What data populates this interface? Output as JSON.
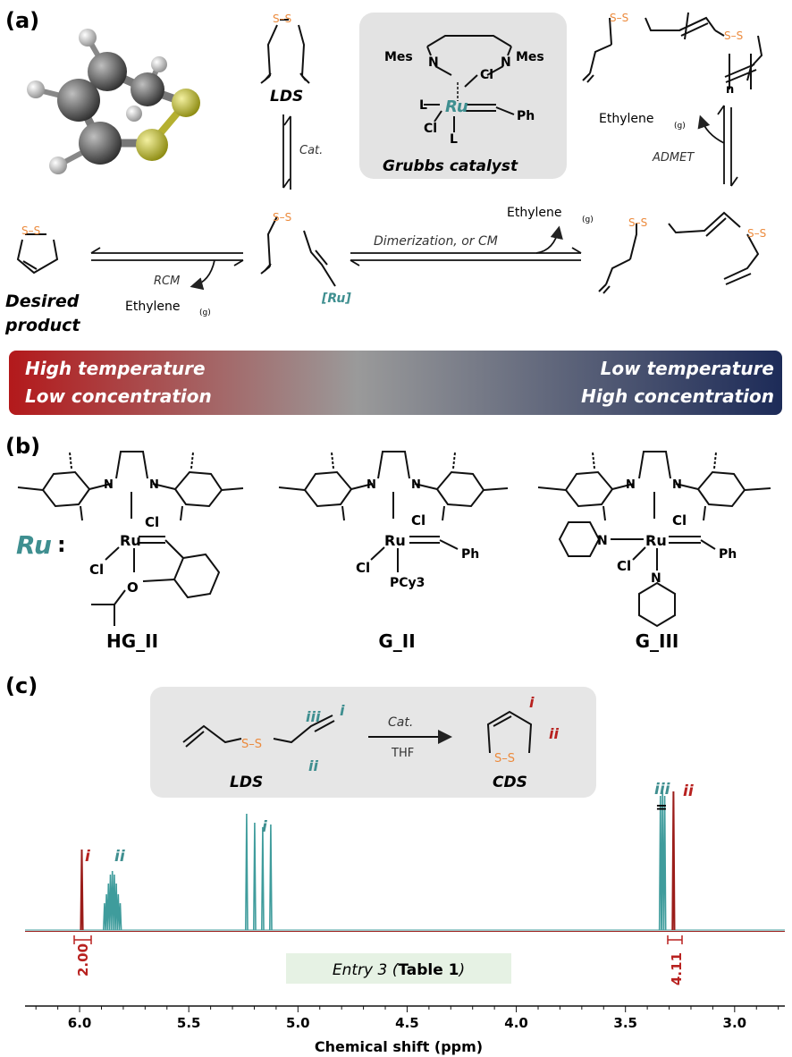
{
  "panel_a": {
    "label": "(a)",
    "lds_label": "LDS",
    "cat_label": "Cat.",
    "grubbs": {
      "title": "Grubbs catalyst",
      "mes_left": "Mes",
      "mes_right": "Mes",
      "n1": "N",
      "n2": "N",
      "ru": "Ru",
      "cl1": "Cl",
      "cl2": "Cl",
      "l1": "L",
      "l2": "L",
      "ph": "Ph"
    },
    "admet_label": "ADMET",
    "ethylene_top": "Ethylene",
    "ethylene_mid": "Ethylene",
    "ethylene_rcm": "Ethylene",
    "gas_sub": "(g)",
    "dimerization": "Dimerization, or CM",
    "rcm": "RCM",
    "ru_tag": "[Ru]",
    "n_sub": "n",
    "ss": "S–S",
    "desired_1": "Desired",
    "desired_2": "product",
    "left_line1": "High temperature",
    "left_line2": "Low concentration",
    "right_line1": "Low temperature",
    "right_line2": "High concentration",
    "colors": {
      "red": "#b8211f",
      "navy": "#1f2d5a",
      "teal": "#3f8f90",
      "sulfur": "#e8823a"
    }
  },
  "panel_b": {
    "label": "(b)",
    "ru_label": "Ru",
    "colon": ":",
    "catalysts": [
      "HG_II",
      "G_II",
      "G_III"
    ],
    "atoms": {
      "n": "N",
      "cl": "Cl",
      "ru": "Ru",
      "o": "O",
      "ph": "Ph",
      "pcy3": "PCy3"
    }
  },
  "panel_c": {
    "label": "(c)",
    "lds_label": "LDS",
    "cds_label": "CDS",
    "cat_label": "Cat.",
    "solvent": "THF",
    "peak_i": "i",
    "peak_ii": "ii",
    "peak_iii": "iii",
    "integral_left": "2.00",
    "integral_right": "4.11",
    "entry_prefix": "Entry 3 (",
    "entry_bold": "Table 1",
    "entry_suffix": ")",
    "xlabel": "Chemical shift (ppm)",
    "ticks": [
      "6.0",
      "5.5",
      "5.0",
      "4.5",
      "4.0",
      "3.5",
      "3.0"
    ]
  },
  "chart_data": {
    "type": "line",
    "title": "",
    "xlabel": "Chemical shift (ppm)",
    "ylabel": "",
    "xlim": [
      6.25,
      2.77
    ],
    "xticks": [
      6.0,
      5.5,
      5.0,
      4.5,
      4.0,
      3.5,
      3.0
    ],
    "series": [
      {
        "color": "#3f9c9c",
        "peaks": [
          {
            "ppm": 5.85,
            "label": "ii"
          },
          {
            "ppm": 5.18,
            "label": "i"
          },
          {
            "ppm": 3.33,
            "label": "iii"
          }
        ]
      },
      {
        "color": "#9b1d1a",
        "peaks": [
          {
            "ppm": 5.99,
            "label": "i"
          },
          {
            "ppm": 3.28,
            "label": "ii"
          }
        ]
      }
    ],
    "integrals": [
      {
        "ppm": 5.99,
        "value": "2.00"
      },
      {
        "ppm": 3.28,
        "value": "4.11"
      }
    ]
  }
}
